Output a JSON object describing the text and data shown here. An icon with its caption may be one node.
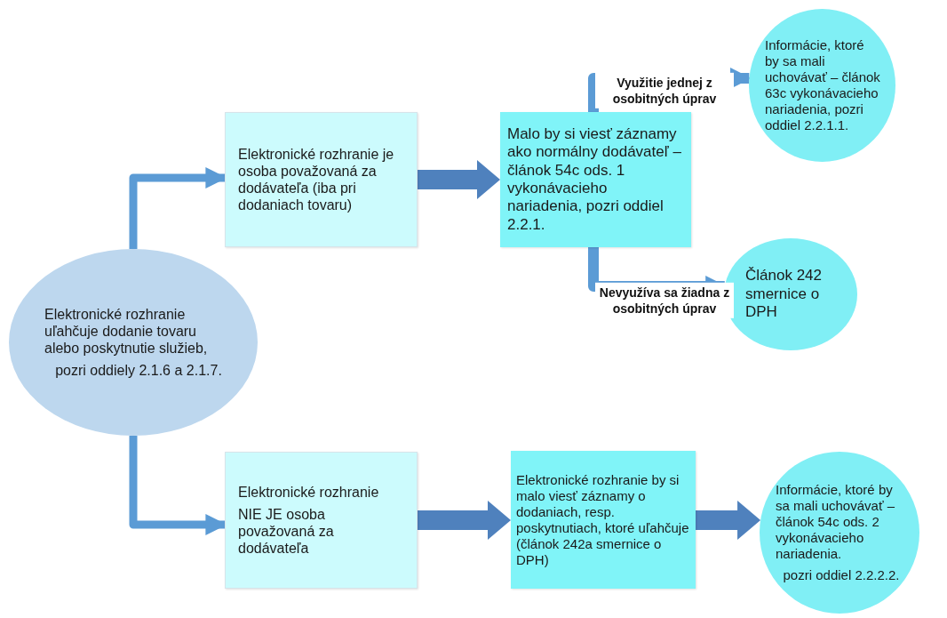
{
  "diagram": {
    "nodes": [
      {
        "text": [
          "Elektronické rozhranie uľahčuje dodanie tovaru alebo poskytnutie služieb,",
          "pozri oddiely 2.1.6 a 2.1.7."
        ]
      },
      {
        "text": [
          "Elektronické rozhranie je osoba považovaná za dodávateľa (iba pri dodaniach tovaru)"
        ]
      },
      {
        "text": [
          "Malo by si viesť záznamy ako normálny dodávateľ – článok 54c ods. 1 vykonávacieho nariadenia, pozri oddiel 2.2.1."
        ]
      },
      {
        "text": [
          "Informácie, ktoré by sa mali uchovávať – článok 63c vykonávacieho nariadenia, pozri oddiel 2.2.1.1."
        ]
      },
      {
        "text": [
          "Článok 242 smernice o DPH"
        ]
      },
      {
        "text": [
          "Elektronické rozhranie",
          "NIE JE osoba považovaná za dodávateľa"
        ]
      },
      {
        "text": [
          "Elektronické rozhranie by si malo viesť záznamy o dodaniach, resp. poskytnutiach, ktoré uľahčuje (článok 242a smernice o DPH)"
        ]
      },
      {
        "text": [
          "Informácie, ktoré by sa mali uchovávať – článok 54c ods. 2 vykonávacieho nariadenia.",
          "pozri oddiel 2.2.2.2."
        ]
      }
    ],
    "edges": [
      {
        "from": 0,
        "to": 1,
        "arrow": "to"
      },
      {
        "from": 0,
        "to": 5,
        "arrow": "to"
      },
      {
        "from": 1,
        "to": 2,
        "arrow": "to",
        "style": "thick",
        "color": "#4f81bd"
      },
      {
        "from": 2,
        "to": 3,
        "arrow": "to",
        "label": "Využitie jednej z osobitných úprav"
      },
      {
        "from": 2,
        "to": 4,
        "arrow": "to",
        "label": "Nevyužíva sa žiadna z osobitných úprav"
      },
      {
        "from": 5,
        "to": 6,
        "arrow": "to",
        "style": "thick",
        "color": "#4f81bd"
      },
      {
        "from": 6,
        "to": 7,
        "arrow": "to",
        "style": "thick",
        "color": "#4f81bd"
      }
    ]
  }
}
